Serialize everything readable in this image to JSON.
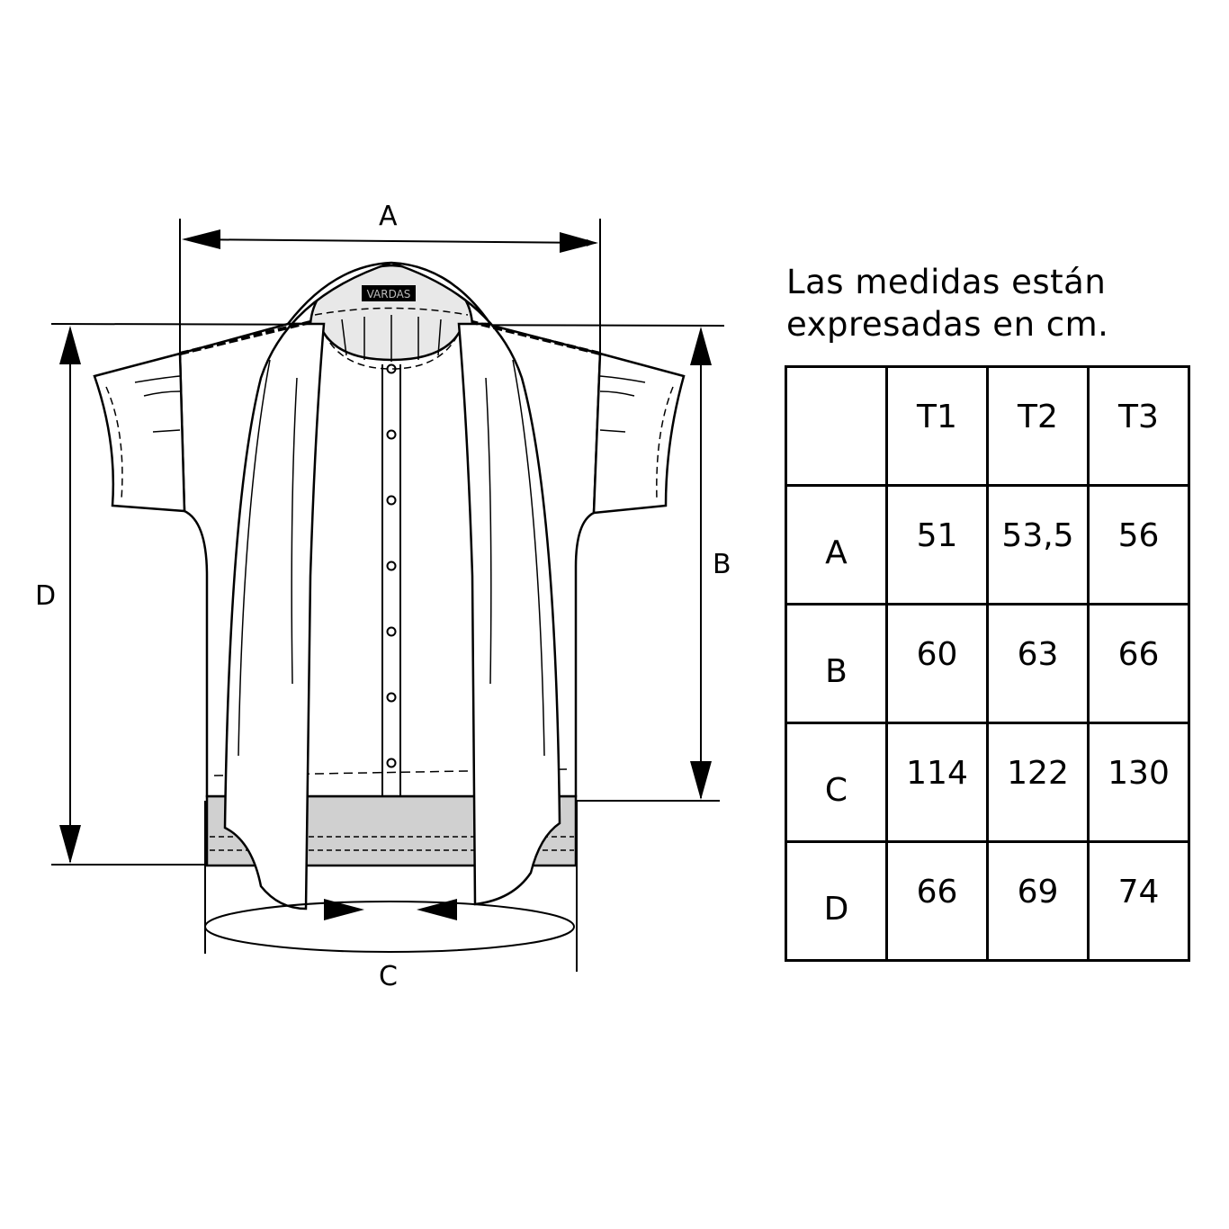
{
  "diagram": {
    "logo_text": "VARDAS",
    "dimension_labels": {
      "A": "A",
      "B": "B",
      "C": "C",
      "D": "D"
    }
  },
  "note": {
    "line1": "Las medidas están",
    "line2": "expresadas en cm."
  },
  "size_table": {
    "headers": [
      "",
      "T1",
      "T2",
      "T3"
    ],
    "rows": [
      {
        "label": "A",
        "values": [
          "51",
          "53,5",
          "56"
        ]
      },
      {
        "label": "B",
        "values": [
          "60",
          "63",
          "66"
        ]
      },
      {
        "label": "C",
        "values": [
          "114",
          "122",
          "130"
        ]
      },
      {
        "label": "D",
        "values": [
          "66",
          "69",
          "74"
        ]
      }
    ]
  }
}
